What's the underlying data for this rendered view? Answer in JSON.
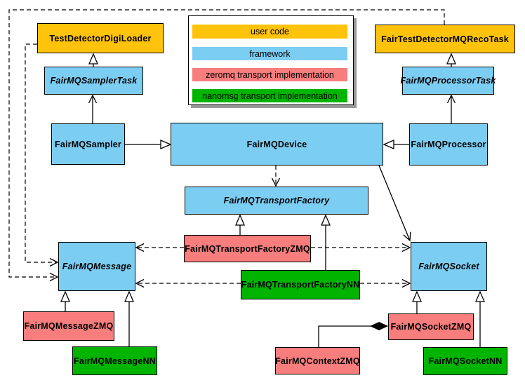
{
  "diagram": {
    "kind": "uml-class-diagram",
    "subject": "FairMQ transport classes"
  },
  "colors": {
    "user_code": "#FFC30B",
    "framework": "#7CCDF2",
    "zeromq": "#F87D7D",
    "nanomsg": "#00B400",
    "line": "#000000",
    "background": "#FFFFFF",
    "legend_shadow": "#999999"
  },
  "legend": {
    "items": [
      {
        "label": "user code",
        "color": "#FFC30B"
      },
      {
        "label": "framework",
        "color": "#7CCDF2"
      },
      {
        "label": "zeromq transport implementation",
        "color": "#F87D7D"
      },
      {
        "label": "nanomsg transport implementation",
        "color": "#00B400"
      }
    ]
  },
  "nodes": {
    "test_detector_digi_loader": {
      "label": "TestDetectorDigiLoader",
      "category": "user code",
      "abstract": false
    },
    "fair_test_detector_mq_reco_task": {
      "label": "FairTestDetectorMQRecoTask",
      "category": "user code",
      "abstract": false
    },
    "fairmq_sampler_task": {
      "label": "FairMQSamplerTask",
      "category": "framework",
      "abstract": true
    },
    "fairmq_processor_task": {
      "label": "FairMQProcessorTask",
      "category": "framework",
      "abstract": true
    },
    "fairmq_sampler": {
      "label": "FairMQSampler",
      "category": "framework",
      "abstract": false
    },
    "fairmq_device": {
      "label": "FairMQDevice",
      "category": "framework",
      "abstract": false
    },
    "fairmq_processor": {
      "label": "FairMQProcessor",
      "category": "framework",
      "abstract": false
    },
    "fairmq_transport_factory": {
      "label": "FairMQTransportFactory",
      "category": "framework",
      "abstract": true
    },
    "fairmq_message": {
      "label": "FairMQMessage",
      "category": "framework",
      "abstract": true
    },
    "fairmq_socket": {
      "label": "FairMQSocket",
      "category": "framework",
      "abstract": true
    },
    "fairmq_transport_factory_zmq": {
      "label": "FairMQTransportFactoryZMQ",
      "category": "zeromq",
      "abstract": false
    },
    "fairmq_transport_factory_nn": {
      "label": "FairMQTransportFactoryNN",
      "category": "nanomsg",
      "abstract": false
    },
    "fairmq_message_zmq": {
      "label": "FairMQMessageZMQ",
      "category": "zeromq",
      "abstract": false
    },
    "fairmq_message_nn": {
      "label": "FairMQMessageNN",
      "category": "nanomsg",
      "abstract": false
    },
    "fairmq_context_zmq": {
      "label": "FairMQContextZMQ",
      "category": "zeromq",
      "abstract": false
    },
    "fairmq_socket_zmq": {
      "label": "FairMQSocketZMQ",
      "category": "zeromq",
      "abstract": false
    },
    "fairmq_socket_nn": {
      "label": "FairMQSocketNN",
      "category": "nanomsg",
      "abstract": false
    }
  },
  "edges": [
    {
      "from": "FairMQSamplerTask",
      "to": "TestDetectorDigiLoader",
      "type": "inheritance",
      "style": "solid-hollow-triangle"
    },
    {
      "from": "FairMQProcessorTask",
      "to": "FairTestDetectorMQRecoTask",
      "type": "inheritance",
      "style": "solid-hollow-triangle"
    },
    {
      "from": "FairMQSampler",
      "to": "FairMQDevice",
      "type": "inheritance",
      "style": "solid-hollow-triangle"
    },
    {
      "from": "FairMQProcessor",
      "to": "FairMQDevice",
      "type": "inheritance",
      "style": "solid-hollow-triangle"
    },
    {
      "from": "FairMQSampler",
      "to": "FairMQSamplerTask",
      "type": "association",
      "style": "solid-open-arrow"
    },
    {
      "from": "FairMQProcessor",
      "to": "FairMQProcessorTask",
      "type": "association",
      "style": "solid-open-arrow"
    },
    {
      "from": "FairMQDevice",
      "to": "FairMQSocket",
      "type": "association",
      "style": "solid-open-arrow"
    },
    {
      "from": "FairMQDevice",
      "to": "FairMQTransportFactory",
      "type": "dependency",
      "style": "dashed-open-arrow"
    },
    {
      "from": "TestDetectorDigiLoader",
      "to": "FairMQMessage",
      "type": "dependency",
      "style": "dashed-open-arrow"
    },
    {
      "from": "FairTestDetectorMQRecoTask",
      "to": "FairMQMessage",
      "type": "dependency",
      "style": "dashed-open-arrow"
    },
    {
      "from": "FairMQTransportFactoryZMQ",
      "to": "FairMQMessage",
      "type": "dependency",
      "style": "dashed-open-arrow"
    },
    {
      "from": "FairMQTransportFactoryZMQ",
      "to": "FairMQSocket",
      "type": "dependency",
      "style": "dashed-open-arrow"
    },
    {
      "from": "FairMQTransportFactoryNN",
      "to": "FairMQMessage",
      "type": "dependency",
      "style": "dashed-open-arrow"
    },
    {
      "from": "FairMQTransportFactoryNN",
      "to": "FairMQSocket",
      "type": "dependency",
      "style": "dashed-open-arrow"
    },
    {
      "from": "FairMQTransportFactoryZMQ",
      "to": "FairMQTransportFactory",
      "type": "inheritance",
      "style": "solid-hollow-triangle"
    },
    {
      "from": "FairMQTransportFactoryNN",
      "to": "FairMQTransportFactory",
      "type": "inheritance",
      "style": "solid-hollow-triangle"
    },
    {
      "from": "FairMQMessageZMQ",
      "to": "FairMQMessage",
      "type": "inheritance",
      "style": "solid-hollow-triangle"
    },
    {
      "from": "FairMQMessageNN",
      "to": "FairMQMessage",
      "type": "inheritance",
      "style": "solid-hollow-triangle"
    },
    {
      "from": "FairMQSocketZMQ",
      "to": "FairMQSocket",
      "type": "inheritance",
      "style": "solid-hollow-triangle"
    },
    {
      "from": "FairMQSocketNN",
      "to": "FairMQSocket",
      "type": "inheritance",
      "style": "solid-hollow-triangle"
    },
    {
      "from": "FairMQContextZMQ",
      "to": "FairMQSocketZMQ",
      "type": "composition",
      "style": "solid-filled-diamond"
    }
  ]
}
